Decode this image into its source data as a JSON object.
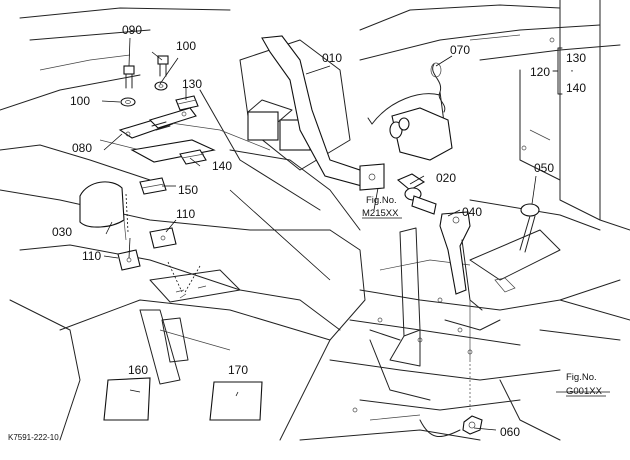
{
  "figure_code": "K7591-222-10",
  "callouts": {
    "c010": "010",
    "c020": "020",
    "c030": "030",
    "c040": "040",
    "c050": "050",
    "c060": "060",
    "c070": "070",
    "c080": "080",
    "c090": "090",
    "c100a": "100",
    "c100b": "100",
    "c110a": "110",
    "c110b": "110",
    "c120": "120",
    "c130a": "130",
    "c130b": "130",
    "c140a": "140",
    "c140b": "140",
    "c150": "150",
    "c160": "160",
    "c170": "170"
  },
  "bracket_dot": "·",
  "figure_refs": {
    "m215": {
      "line1": "Fig.No.",
      "line2": "M215XX"
    },
    "g001": {
      "line1": "Fig.No.",
      "line2": "G001XX"
    }
  }
}
